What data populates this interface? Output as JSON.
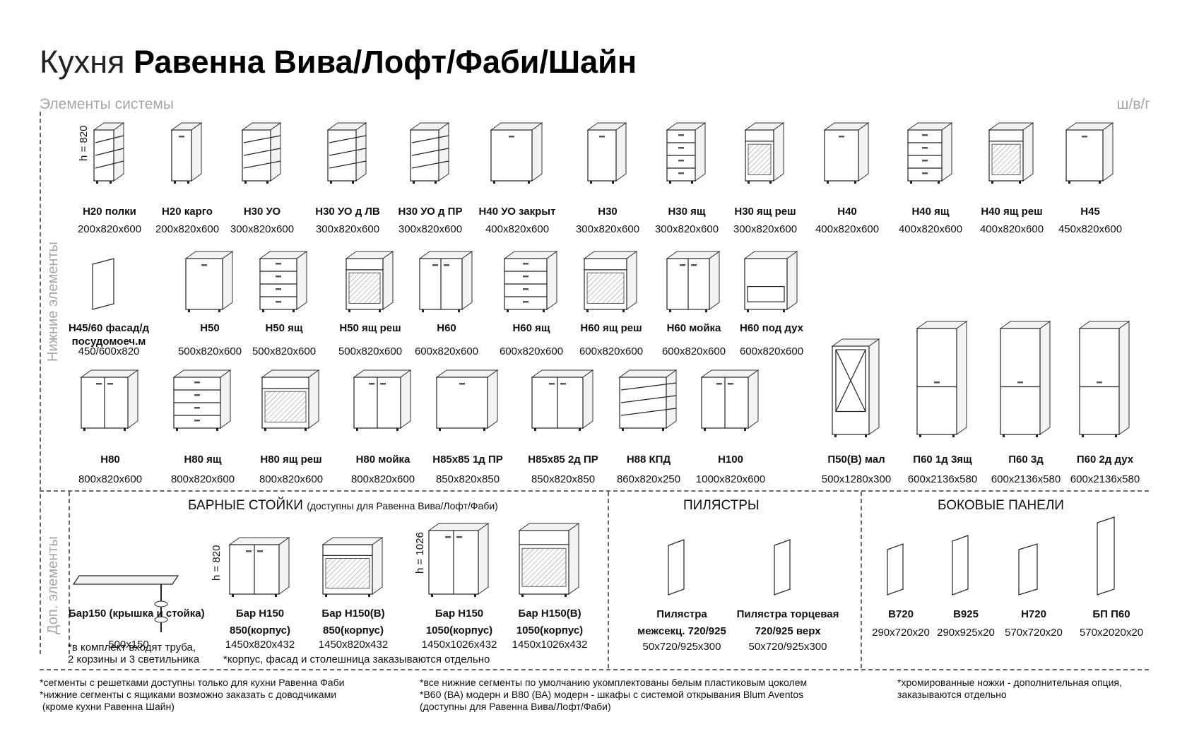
{
  "title": {
    "light": "Кухня",
    "bold": "Равенна Вива/Лофт/Фаби/Шайн"
  },
  "subtitle": "Элементы системы",
  "dims_hint": "ш/в/г",
  "side_labels": {
    "lower": "Нижние элементы",
    "extra": "Доп. элементы"
  },
  "height_marks": {
    "h820": "h = 820",
    "h1026": "h = 1026"
  },
  "row1": [
    {
      "name": "Н20 полки",
      "size": "200х820х600"
    },
    {
      "name": "Н20 карго",
      "size": "200х820х600"
    },
    {
      "name": "Н30 УО",
      "size": "300х820х600"
    },
    {
      "name": "Н30 УО д ЛВ",
      "size": "300х820х600"
    },
    {
      "name": "Н30 УО д ПР",
      "size": "300х820х600"
    },
    {
      "name": "Н40 УО закрыт",
      "size": "400х820х600"
    },
    {
      "name": "Н30",
      "size": "300х820х600"
    },
    {
      "name": "Н30 ящ",
      "size": "300х820х600"
    },
    {
      "name": "Н30 ящ реш",
      "size": "300х820х600"
    },
    {
      "name": "Н40",
      "size": "400х820х600"
    },
    {
      "name": "Н40 ящ",
      "size": "400х820х600"
    },
    {
      "name": "Н40 ящ реш",
      "size": "400х820х600"
    },
    {
      "name": "Н45",
      "size": "450х820х600"
    }
  ],
  "row2": [
    {
      "name": "Н45/60 фасад/д\nпосудомоеч.м",
      "size": "450/600х820"
    },
    {
      "name": "Н50",
      "size": "500х820х600"
    },
    {
      "name": "Н50 ящ",
      "size": "500х820х600"
    },
    {
      "name": "Н50 ящ реш",
      "size": "500х820х600"
    },
    {
      "name": "Н60",
      "size": "600х820х600"
    },
    {
      "name": "Н60 ящ",
      "size": "600х820х600"
    },
    {
      "name": "Н60 ящ реш",
      "size": "600х820х600"
    },
    {
      "name": "Н60 мойка",
      "size": "600х820х600"
    },
    {
      "name": "Н60 под дух",
      "size": "600х820х600"
    }
  ],
  "row3": [
    {
      "name": "Н80",
      "size": "800х820х600"
    },
    {
      "name": "Н80 ящ",
      "size": "800х820х600"
    },
    {
      "name": "Н80 ящ реш",
      "size": "800х820х600"
    },
    {
      "name": "Н80 мойка",
      "size": "800х820х600"
    },
    {
      "name": "Н85х85 1д ПР",
      "size": "850х820х850"
    },
    {
      "name": "Н85х85 2д ПР",
      "size": "850х820х850"
    },
    {
      "name": "Н88 КПД",
      "size": "860х820х250"
    },
    {
      "name": "Н100",
      "size": "1000х820х600"
    },
    {
      "name": "П50(В) мал",
      "size": "500х1280х300"
    },
    {
      "name": "П60 1д 3ящ",
      "size": "600х2136х580"
    },
    {
      "name": "П60 3д",
      "size": "600х2136х580"
    },
    {
      "name": "П60 2д дух",
      "size": "600х2136х580"
    }
  ],
  "bar": {
    "title": "БАРНЫЕ СТОЙКИ",
    "note": "(доступны для Равенна Вива/Лофт/Фаби)",
    "items": [
      {
        "name": "Бар150 (крышка и стойка)",
        "size": "500х150"
      },
      {
        "name": "Бар Н150\n850(корпус)",
        "size": "1450х820х432"
      },
      {
        "name": "Бар Н150(В)\n850(корпус)",
        "size": "1450х820х432"
      },
      {
        "name": "Бар Н150\n1050(корпус)",
        "size": "1450х1026х432"
      },
      {
        "name": "Бар Н150(В)\n1050(корпус)",
        "size": "1450х1026х432"
      }
    ],
    "kit_note": "*в комплект входят труба,\n2 корзины и 3 светильника",
    "order_note": "*корпус, фасад и столешница заказываются отдельно"
  },
  "pilasters": {
    "title": "ПИЛЯСТРЫ",
    "items": [
      {
        "name": "Пилястра\nмежсекц. 720/925",
        "size": "50х720/925х300"
      },
      {
        "name": "Пилястра торцевая\n720/925 верх",
        "size": "50х720/925х300"
      }
    ]
  },
  "panels": {
    "title": "БОКОВЫЕ ПАНЕЛИ",
    "items": [
      {
        "name": "В720",
        "size": "290х720х20"
      },
      {
        "name": "В925",
        "size": "290х925х20"
      },
      {
        "name": "Н720",
        "size": "570х720х20"
      },
      {
        "name": "БП П60",
        "size": "570х2020х20"
      }
    ]
  },
  "footnotes": {
    "col1": "*сегменты с решетками доступны только для кухни Равенна Фаби\n*нижние сегменты с ящиками возможно заказать с доводчиками\n (кроме кухни Равенна Шайн)",
    "col2": "*все нижние сегменты по умолчанию укомплектованы белым пластиковым цоколем\n*В60 (ВА) модерн и В80 (ВА) модерн - шкафы с системой открывания Blum Aventos\n(доступны для Равенна Вива/Лофт/Фаби)",
    "col3": "*хромированные ножки - дополнительная опция,\nзаказываются отдельно"
  }
}
